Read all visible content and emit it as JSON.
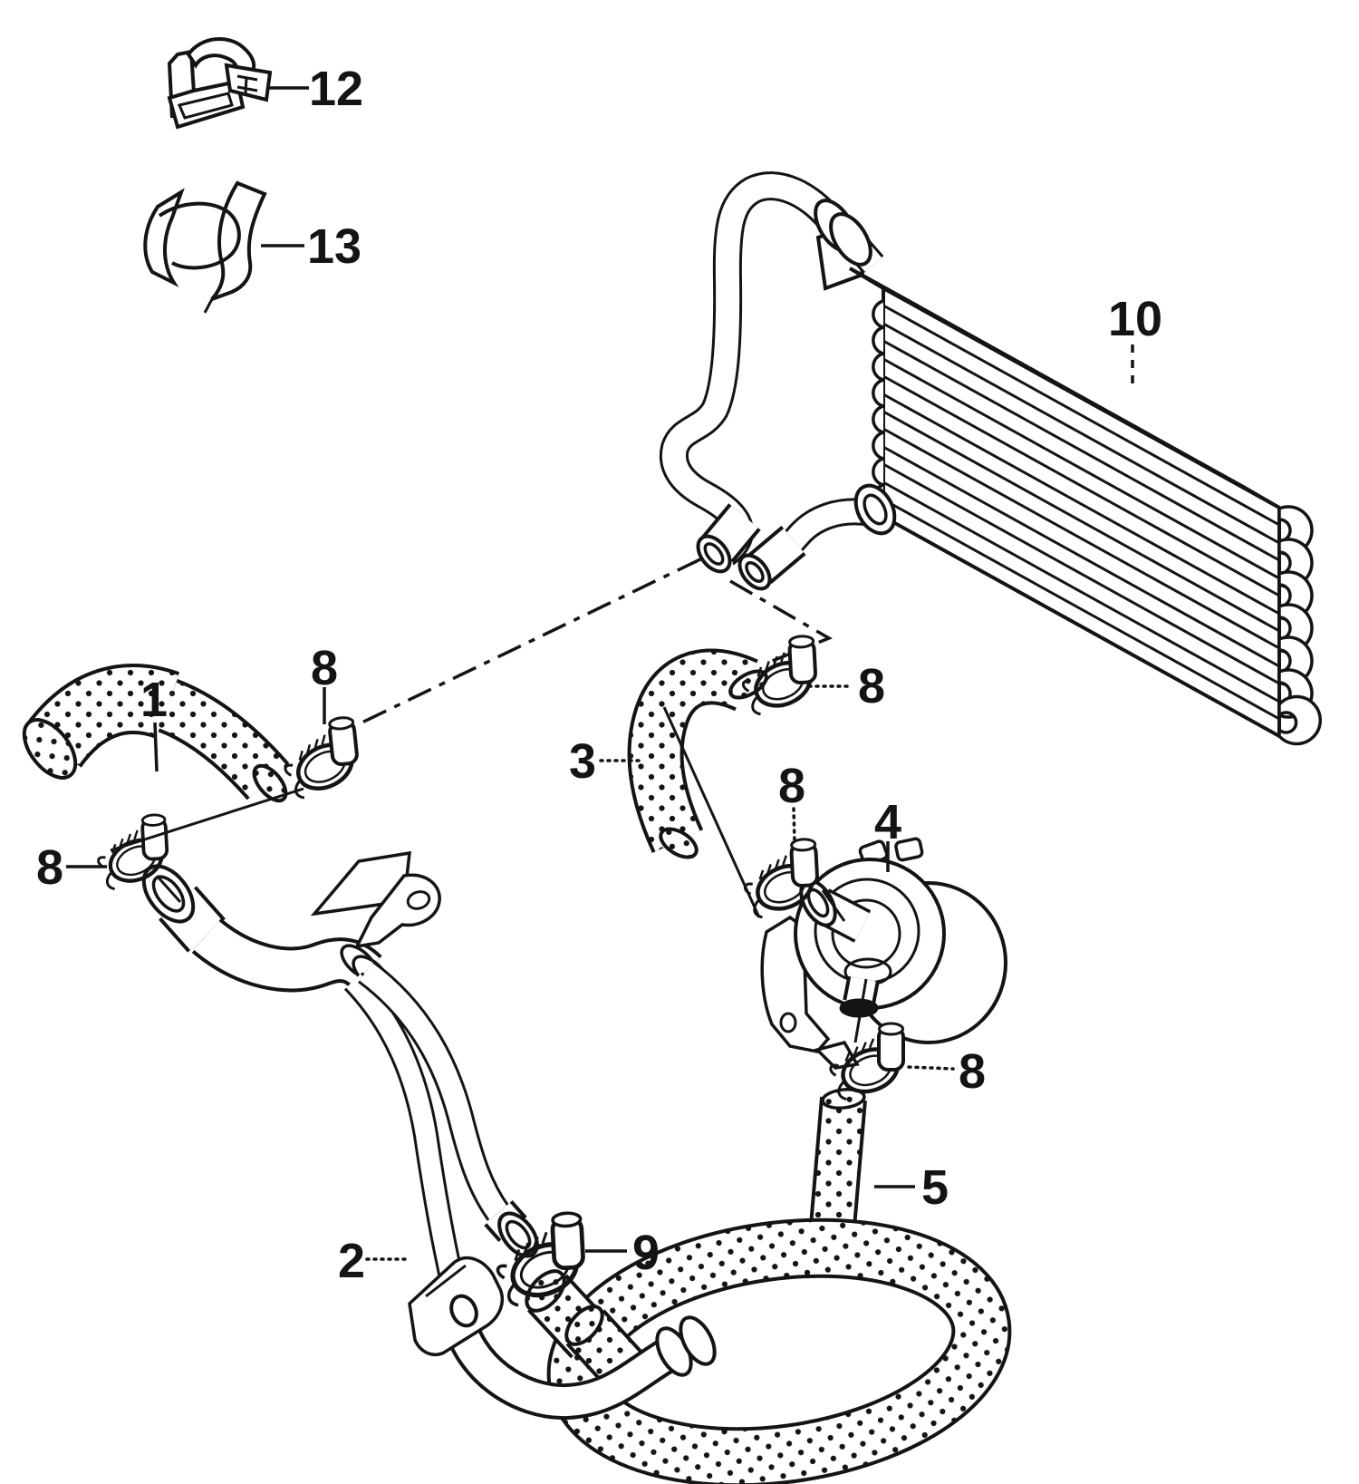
{
  "page": {
    "background": "#ffffff",
    "line_color": "#141414"
  },
  "diagram": {
    "type": "exploded-parts-diagram",
    "parts_visible": [
      "1",
      "2",
      "3",
      "4",
      "5",
      "8",
      "9",
      "10",
      "12",
      "13"
    ],
    "callouts": [
      {
        "label": "12",
        "points_to": "retaining-clip"
      },
      {
        "label": "13",
        "points_to": "spring-clip"
      },
      {
        "label": "10",
        "points_to": "radiator"
      },
      {
        "label": "1",
        "points_to": "coolant-hose-upper-left"
      },
      {
        "label": "8",
        "points_to": "hose-clamp-on-hose-1"
      },
      {
        "label": "8",
        "points_to": "hose-clamp-on-pipe-2-bell"
      },
      {
        "label": "3",
        "points_to": "coolant-hose-elbow"
      },
      {
        "label": "8",
        "points_to": "hose-clamp-hose-3-top"
      },
      {
        "label": "8",
        "points_to": "hose-clamp-hose-3-bottom"
      },
      {
        "label": "4",
        "points_to": "auxiliary-water-pump"
      },
      {
        "label": "8",
        "points_to": "hose-clamp-pump-outlet"
      },
      {
        "label": "5",
        "points_to": "straight-hose"
      },
      {
        "label": "2",
        "points_to": "coolant-pipe-assembly"
      },
      {
        "label": "9",
        "points_to": "hose-clamp-large"
      }
    ]
  }
}
